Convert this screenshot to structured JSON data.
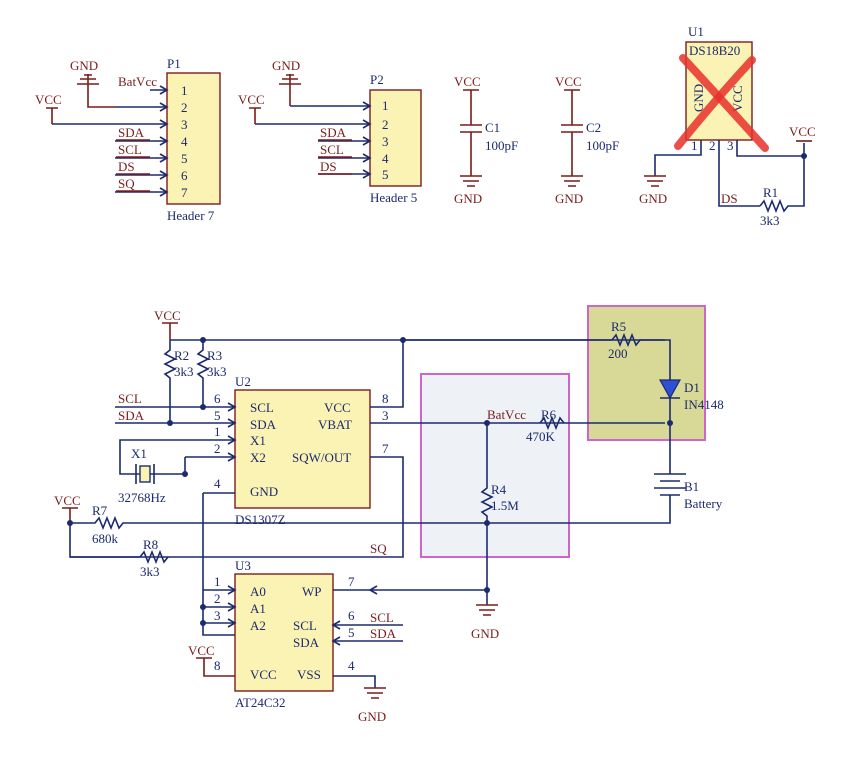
{
  "labels": {
    "gnd": "GND",
    "vcc": "VCC",
    "batvcc": "BatVcc",
    "sda": "SDA",
    "scl": "SCL",
    "ds": "DS",
    "sq": "SQ"
  },
  "p1": {
    "ref": "P1",
    "name": "Header 7",
    "pins": [
      "1",
      "2",
      "3",
      "4",
      "5",
      "6",
      "7"
    ]
  },
  "p2": {
    "ref": "P2",
    "name": "Header 5",
    "pins": [
      "1",
      "2",
      "3",
      "4",
      "5"
    ]
  },
  "c1": {
    "ref": "C1",
    "value": "100pF"
  },
  "c2": {
    "ref": "C2",
    "value": "100pF"
  },
  "u1": {
    "ref": "U1",
    "part": "DS18B20",
    "pin1": "GND",
    "pin3": "VCC",
    "pins": [
      "1",
      "2",
      "3"
    ]
  },
  "r1": {
    "ref": "R1",
    "value": "3k3"
  },
  "r2": {
    "ref": "R2",
    "value": "3k3"
  },
  "r3": {
    "ref": "R3",
    "value": "3k3"
  },
  "r4": {
    "ref": "R4",
    "value": "1.5M"
  },
  "r5": {
    "ref": "R5",
    "value": "200"
  },
  "r6": {
    "ref": "R6",
    "value": "470K"
  },
  "r7": {
    "ref": "R7",
    "value": "680k"
  },
  "r8": {
    "ref": "R8",
    "value": "3k3"
  },
  "d1": {
    "ref": "D1",
    "part": "IN4148"
  },
  "b1": {
    "ref": "B1",
    "name": "Battery"
  },
  "x1": {
    "ref": "X1",
    "value": "32768Hz"
  },
  "u2": {
    "ref": "U2",
    "part": "DS1307Z",
    "pins": {
      "scl": "SCL",
      "sda": "SDA",
      "x1": "X1",
      "x2": "X2",
      "gnd": "GND",
      "vcc": "VCC",
      "vbat": "VBAT",
      "sqw": "SQW/OUT"
    },
    "pin_numbers": {
      "scl": "6",
      "sda": "5",
      "x1": "1",
      "x2": "2",
      "gnd": "4",
      "vcc": "8",
      "vbat": "3",
      "sqw": "7"
    }
  },
  "u3": {
    "ref": "U3",
    "part": "AT24C32",
    "pins": {
      "a0": "A0",
      "a1": "A1",
      "a2": "A2",
      "vcc": "VCC",
      "wp": "WP",
      "scl": "SCL",
      "sda": "SDA",
      "vss": "VSS"
    },
    "pin_numbers": {
      "a0": "1",
      "a1": "2",
      "a2": "3",
      "vcc": "8",
      "wp": "7",
      "scl": "6",
      "sda": "5",
      "vss": "4"
    }
  },
  "colors": {
    "wire": "#1c2a6e",
    "power": "#7a1c1c",
    "chip_fill": "#fbf3b3",
    "highlight_blue_fill": "#eef2f7",
    "highlight_border": "#cc66cc",
    "highlight_green_fill": "#d8d996",
    "cross": "#e8302a"
  }
}
